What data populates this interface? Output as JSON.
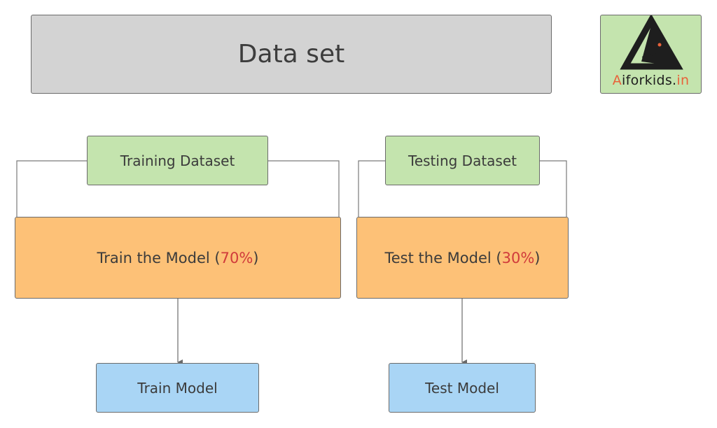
{
  "dataset": {
    "label": "Data set"
  },
  "training": {
    "label": "Training Dataset"
  },
  "testing": {
    "label": "Testing Dataset"
  },
  "train_step": {
    "text": "Train the Model (",
    "percent": "70%",
    "close": ")"
  },
  "test_step": {
    "text": "Test the Model (",
    "percent": "30%",
    "close": ")"
  },
  "train_output": {
    "label": "Train Model"
  },
  "test_output": {
    "label": "Test Model"
  },
  "logo": {
    "glyph": "Ai",
    "text_lead": "A",
    "text_rest": "iforkids.",
    "text_tail": "in",
    "icon": "triangle-logo-icon"
  },
  "colors": {
    "dataset_fill": "#d3d3d3",
    "dataset_split_fill": "#c4e4ae",
    "step_fill": "#fdc177",
    "output_fill": "#a9d5f5",
    "percent_text": "#d03b3b",
    "logo_accent": "#e8623a"
  }
}
